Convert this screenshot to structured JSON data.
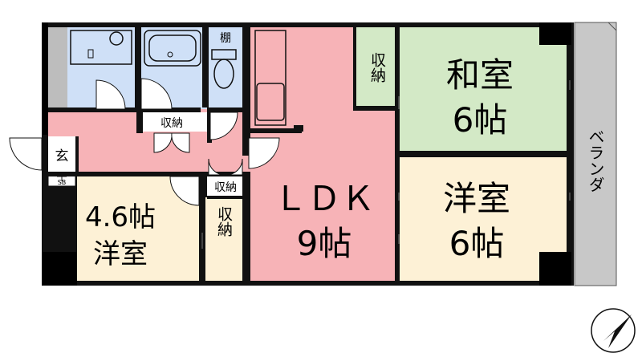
{
  "floor_plan": {
    "rooms": {
      "ldk": {
        "name": "ＬＤＫ",
        "size": "9帖",
        "color": "#F7B3B7"
      },
      "washitsu": {
        "name": "和室",
        "size": "6帖",
        "color": "#D3E9C6"
      },
      "yoshitsu_east": {
        "name": "洋室",
        "size": "6帖",
        "color": "#FDF1D6"
      },
      "yoshitsu_west": {
        "name": "洋室",
        "size": "4.6帖",
        "color": "#FDF1D6"
      },
      "bathroom": {
        "color": "#CFE0F7"
      }
    },
    "labels": {
      "storage": "収納",
      "shelf": "棚",
      "genkan": "玄",
      "sb": "SB",
      "veranda": "ベランダ"
    },
    "colors": {
      "wall": "#111111",
      "corridor": "#F7B3B7",
      "veranda": "#C8C8C8",
      "pillar": "#000000"
    }
  }
}
